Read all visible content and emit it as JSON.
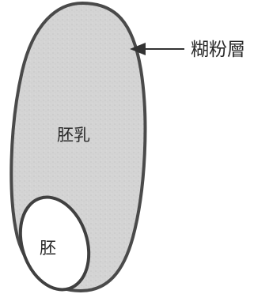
{
  "diagram": {
    "labels": {
      "aleurone_layer": "糊粉層",
      "endosperm": "胚乳",
      "embryo": "胚"
    }
  }
}
